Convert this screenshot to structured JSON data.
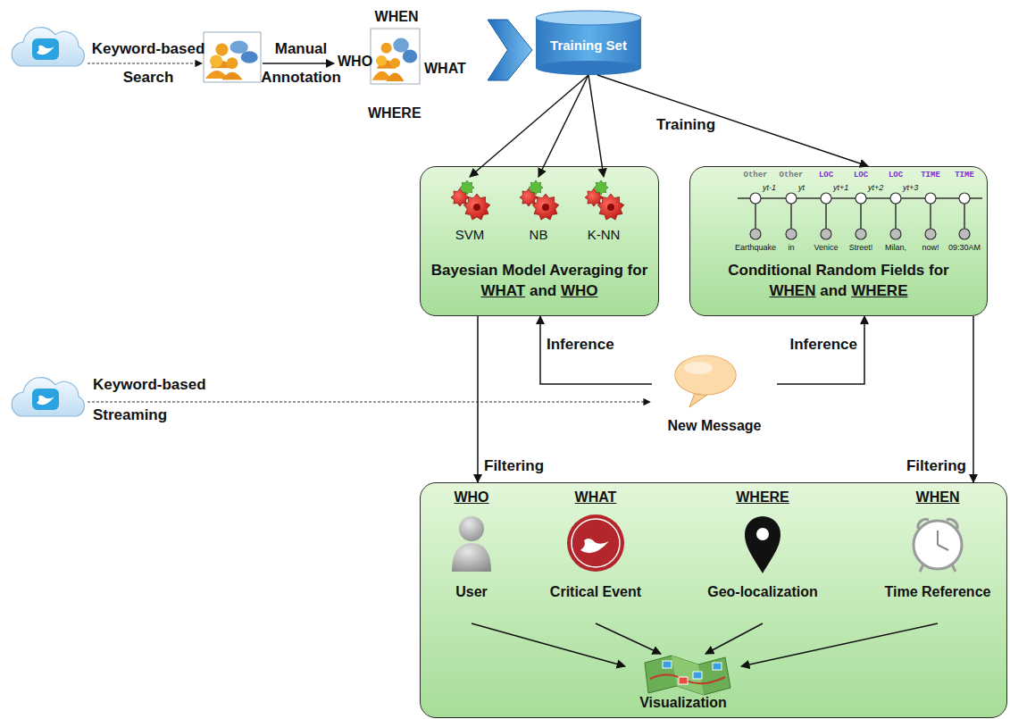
{
  "diagram": {
    "nodes": [
      {
        "text": [
          "WHEN",
          "WHO",
          "WHAT",
          "WHERE"
        ]
      },
      {
        "text": [
          "Training Set"
        ]
      },
      {
        "text": [
          "Bayesian Model Averaging for WHAT and WHO"
        ]
      },
      {
        "text": [
          "SVM"
        ],
        "in": 2
      },
      {
        "text": [
          "NB"
        ],
        "in": 2
      },
      {
        "text": [
          "K-NN"
        ],
        "in": 2
      },
      {
        "text": [
          "Conditional Random Fields for WHEN and WHERE"
        ]
      },
      {
        "text": [
          "New Message"
        ]
      },
      {},
      {
        "text": [
          "WHO",
          "User"
        ],
        "in": 8
      },
      {
        "text": [
          "WHAT",
          "Critical Event"
        ],
        "in": 8
      },
      {
        "text": [
          "WHERE",
          "Geo-localization"
        ],
        "in": 8
      },
      {
        "text": [
          "WHEN",
          "Time Reference"
        ],
        "in": 8
      },
      {
        "text": [
          "Visualization"
        ],
        "in": 8
      }
    ],
    "edges": [
      {
        "from": 0,
        "to": 1,
        "arrow": "to"
      },
      {
        "from": 1,
        "to": 3,
        "arrow": "to"
      },
      {
        "from": 1,
        "to": 4,
        "arrow": "to"
      },
      {
        "from": 1,
        "to": 5,
        "arrow": "to"
      },
      {
        "from": 1,
        "to": 6,
        "arrow": "to"
      },
      {
        "from": 7,
        "to": 2,
        "label": "Inference",
        "arrow": "to"
      },
      {
        "from": 7,
        "to": 6,
        "label": "Inference",
        "arrow": "to"
      },
      {
        "from": 2,
        "to": 8,
        "label": "Filtering",
        "arrow": "to"
      },
      {
        "from": 6,
        "to": 8,
        "label": "Filtering",
        "arrow": "to"
      },
      {
        "from": 9,
        "to": 13,
        "arrow": "to"
      },
      {
        "from": 10,
        "to": 13,
        "arrow": "to"
      },
      {
        "from": 11,
        "to": 13,
        "arrow": "to"
      },
      {
        "from": 12,
        "to": 13,
        "arrow": "to"
      }
    ],
    "labels": [
      "Keyword-based Search",
      "Manual Annotation",
      "Training",
      "Other",
      "Other",
      "LOC",
      "LOC",
      "LOC",
      "TIME",
      "TIME",
      "yt-1",
      "yt",
      "yt+1",
      "yt+2",
      "yt+3",
      "Earthquake",
      "in",
      "Venice",
      "Street!",
      "Milan,",
      "now!",
      "09:30AM",
      "Keyword-based Streaming"
    ]
  }
}
